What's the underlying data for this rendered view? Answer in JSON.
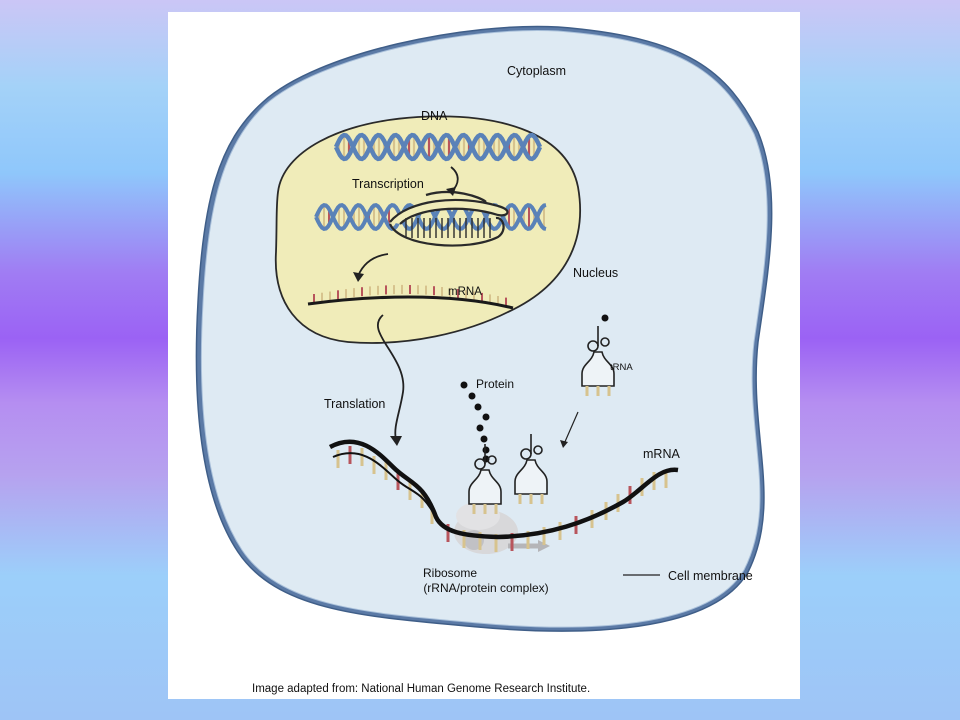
{
  "labels": {
    "cytoplasm": "Cytoplasm",
    "dna": "DNA",
    "transcription": "Transcription",
    "nucleus": "Nucleus",
    "mrna_nucleus": "mRNA",
    "protein": "Protein",
    "trna": "tRNA",
    "translation": "Translation",
    "mrna_cytoplasm": "mRNA",
    "ribosome_line1": "Ribosome",
    "ribosome_line2": "(rRNA/protein complex)",
    "cell_membrane": "Cell membrane"
  },
  "credit": "Image adapted from: National Human Genome Research Institute.",
  "colors": {
    "cell_fill": "#deeaf3",
    "membrane": "#57739b",
    "nucleus_fill": "#f0ecb9",
    "dna_blue": "#5a82b8",
    "base_tan": "#d7c38e",
    "base_red": "#b8555c"
  }
}
